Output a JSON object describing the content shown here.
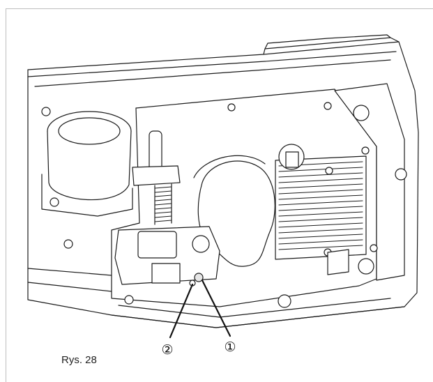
{
  "figure": {
    "caption": "Rys. 28",
    "callouts": [
      {
        "label": "①"
      },
      {
        "label": "②"
      }
    ]
  },
  "colors": {
    "line": "#1a1a1a",
    "fill_light": "#ffffff",
    "fill_shade": "#e6e6e6",
    "frame": "#bdbdbd"
  }
}
